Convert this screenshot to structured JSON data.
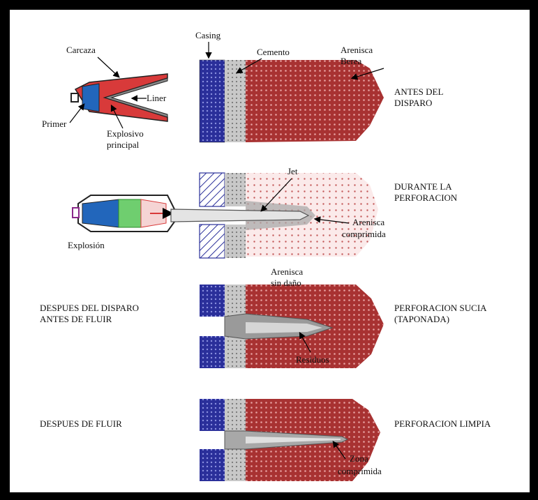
{
  "labels": {
    "casing": "Casing",
    "cemento": "Cemento",
    "arenisca": "Arenisca",
    "berea": "Berea",
    "carcaza": "Carcaza",
    "liner": "Liner",
    "primer": "Primer",
    "explosivo": "Explosivo",
    "principal": "principal",
    "antes1": "ANTES DEL",
    "antes2": "DISPARO",
    "jet": "Jet",
    "durante1": "DURANTE LA",
    "durante2": "PERFORACION",
    "arenisca2": "Arenisca",
    "comprimida": "comprimida",
    "explosion": "Explosión",
    "arenisca3": "Arenisca",
    "sindano": "sin daño",
    "despues1a": "DESPUES DEL DISPARO",
    "despues1b": "ANTES DE FLUIR",
    "sucia1": "PERFORACION SUCIA",
    "sucia2": "(TAPONADA)",
    "residuos": "Residuos",
    "despues2": "DESPUES DE FLUIR",
    "limpia": "PERFORACION LIMPIA",
    "zona": "Zona",
    "comprimida2": "comprimida"
  },
  "colors": {
    "casing": "#2a2f9a",
    "cement": "#b8b8b8",
    "sandstone": "#a83232",
    "explosive": "#d83a3a",
    "primer": "#2266bb",
    "liner": "#55aa55",
    "frame": "#000000"
  }
}
